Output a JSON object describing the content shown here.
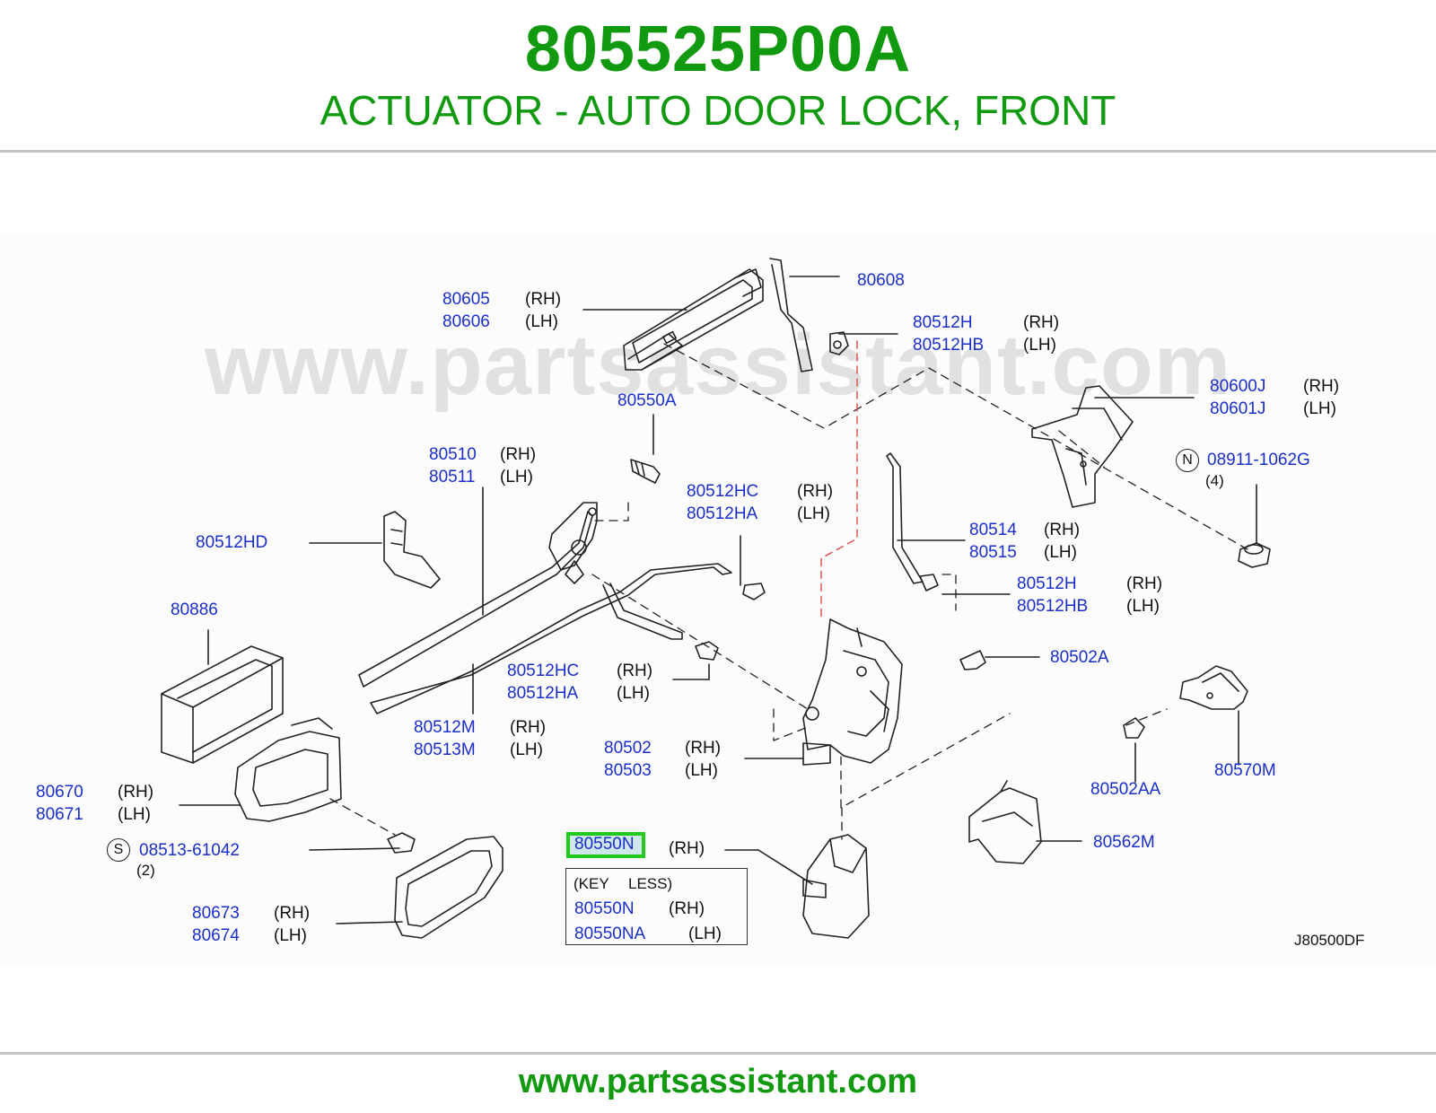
{
  "header": {
    "part_number": "805525P00A",
    "description": "ACTUATOR - AUTO DOOR LOCK, FRONT"
  },
  "footer": {
    "url": "www.partsassistant.com"
  },
  "watermark": "www.partsassistant.com",
  "diagram_code": "J80500DF",
  "callouts": {
    "c80605": {
      "num": "80605",
      "side": "(RH)"
    },
    "c80606": {
      "num": "80606",
      "side": "(LH)"
    },
    "c80608": {
      "num": "80608"
    },
    "c80512H_top": {
      "num": "80512H",
      "side": "(RH)"
    },
    "c80512HB_top": {
      "num": "80512HB",
      "side": "(LH)"
    },
    "c80550A": {
      "num": "80550A"
    },
    "c80600J": {
      "num": "80600J",
      "side": "(RH)"
    },
    "c80601J": {
      "num": "80601J",
      "side": "(LH)"
    },
    "c08911": {
      "num": "08911-1062G",
      "prefix": "N",
      "qty": "(4)"
    },
    "c80510": {
      "num": "80510",
      "side": "(RH)"
    },
    "c80511": {
      "num": "80511",
      "side": "(LH)"
    },
    "c80512HC_top": {
      "num": "80512HC",
      "side": "(RH)"
    },
    "c80512HA_top": {
      "num": "80512HA",
      "side": "(LH)"
    },
    "c80512HD": {
      "num": "80512HD"
    },
    "c80514": {
      "num": "80514",
      "side": "(RH)"
    },
    "c80515": {
      "num": "80515",
      "side": "(LH)"
    },
    "c80512H_mid": {
      "num": "80512H",
      "side": "(RH)"
    },
    "c80512HB_mid": {
      "num": "80512HB",
      "side": "(LH)"
    },
    "c80886": {
      "num": "80886"
    },
    "c80502A": {
      "num": "80502A"
    },
    "c80512HC_bot": {
      "num": "80512HC",
      "side": "(RH)"
    },
    "c80512HA_bot": {
      "num": "80512HA",
      "side": "(LH)"
    },
    "c80512M": {
      "num": "80512M",
      "side": "(RH)"
    },
    "c80513M": {
      "num": "80513M",
      "side": "(LH)"
    },
    "c80502": {
      "num": "80502",
      "side": "(RH)"
    },
    "c80503": {
      "num": "80503",
      "side": "(LH)"
    },
    "c80570M": {
      "num": "80570M"
    },
    "c80502AA": {
      "num": "80502AA"
    },
    "c80670": {
      "num": "80670",
      "side": "(RH)"
    },
    "c80671": {
      "num": "80671",
      "side": "(LH)"
    },
    "c08513": {
      "num": "08513-61042",
      "prefix": "S",
      "qty": "(2)"
    },
    "c80550N": {
      "num": "80550N",
      "side": "(RH)",
      "highlighted": true
    },
    "c80562M": {
      "num": "80562M"
    },
    "c80673": {
      "num": "80673",
      "side": "(RH)"
    },
    "c80674": {
      "num": "80674",
      "side": "(LH)"
    }
  },
  "keyless_box": {
    "heading_a": "(KEY",
    "heading_b": "LESS)",
    "rows": [
      {
        "num": "80550N",
        "side": "(RH)"
      },
      {
        "num": "80550NA",
        "side": "(LH)"
      }
    ]
  },
  "colors": {
    "header_green": "#119a0f",
    "callout_blue": "#1a2fc9",
    "highlight_border": "#22c91c",
    "red_dashed_link": "#e04a4a"
  }
}
